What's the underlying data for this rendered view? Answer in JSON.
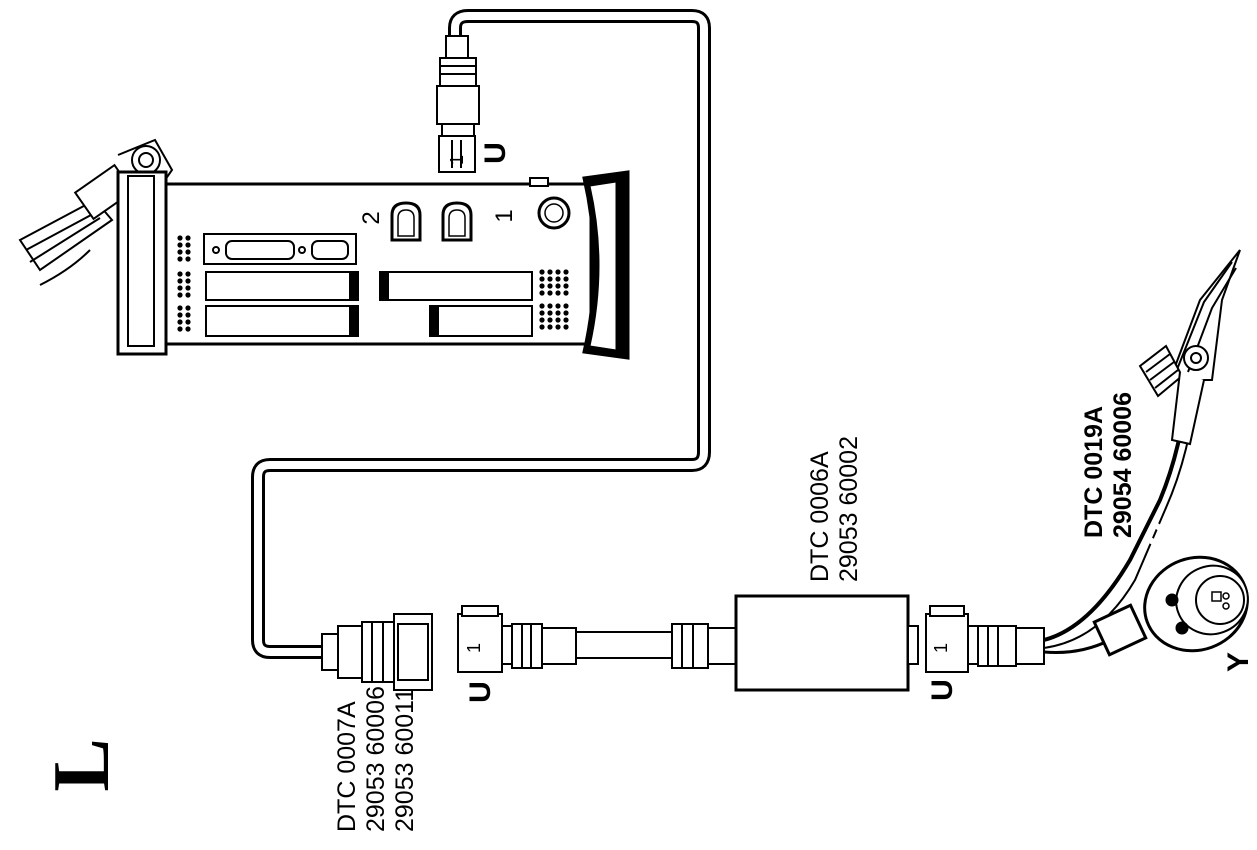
{
  "figure_letter": "L",
  "unit": {
    "connectors": [
      {
        "id": "port-2",
        "label": "2"
      },
      {
        "id": "port-1",
        "label": "1"
      }
    ]
  },
  "adapters": [
    {
      "id": "dtc-0007a",
      "lines": [
        "DTC 0007A",
        "29053 60006",
        "29053 60011"
      ],
      "bold": false
    },
    {
      "id": "dtc-0006a",
      "lines": [
        "DTC 0006A",
        "29053 60002"
      ],
      "bold": false
    },
    {
      "id": "dtc-0019a",
      "lines": [
        "DTC 0019A",
        "29054 60006"
      ],
      "bold": true
    }
  ],
  "plug_markers": {
    "u_label": "U",
    "y_label": "Y",
    "pin_label": "1"
  }
}
